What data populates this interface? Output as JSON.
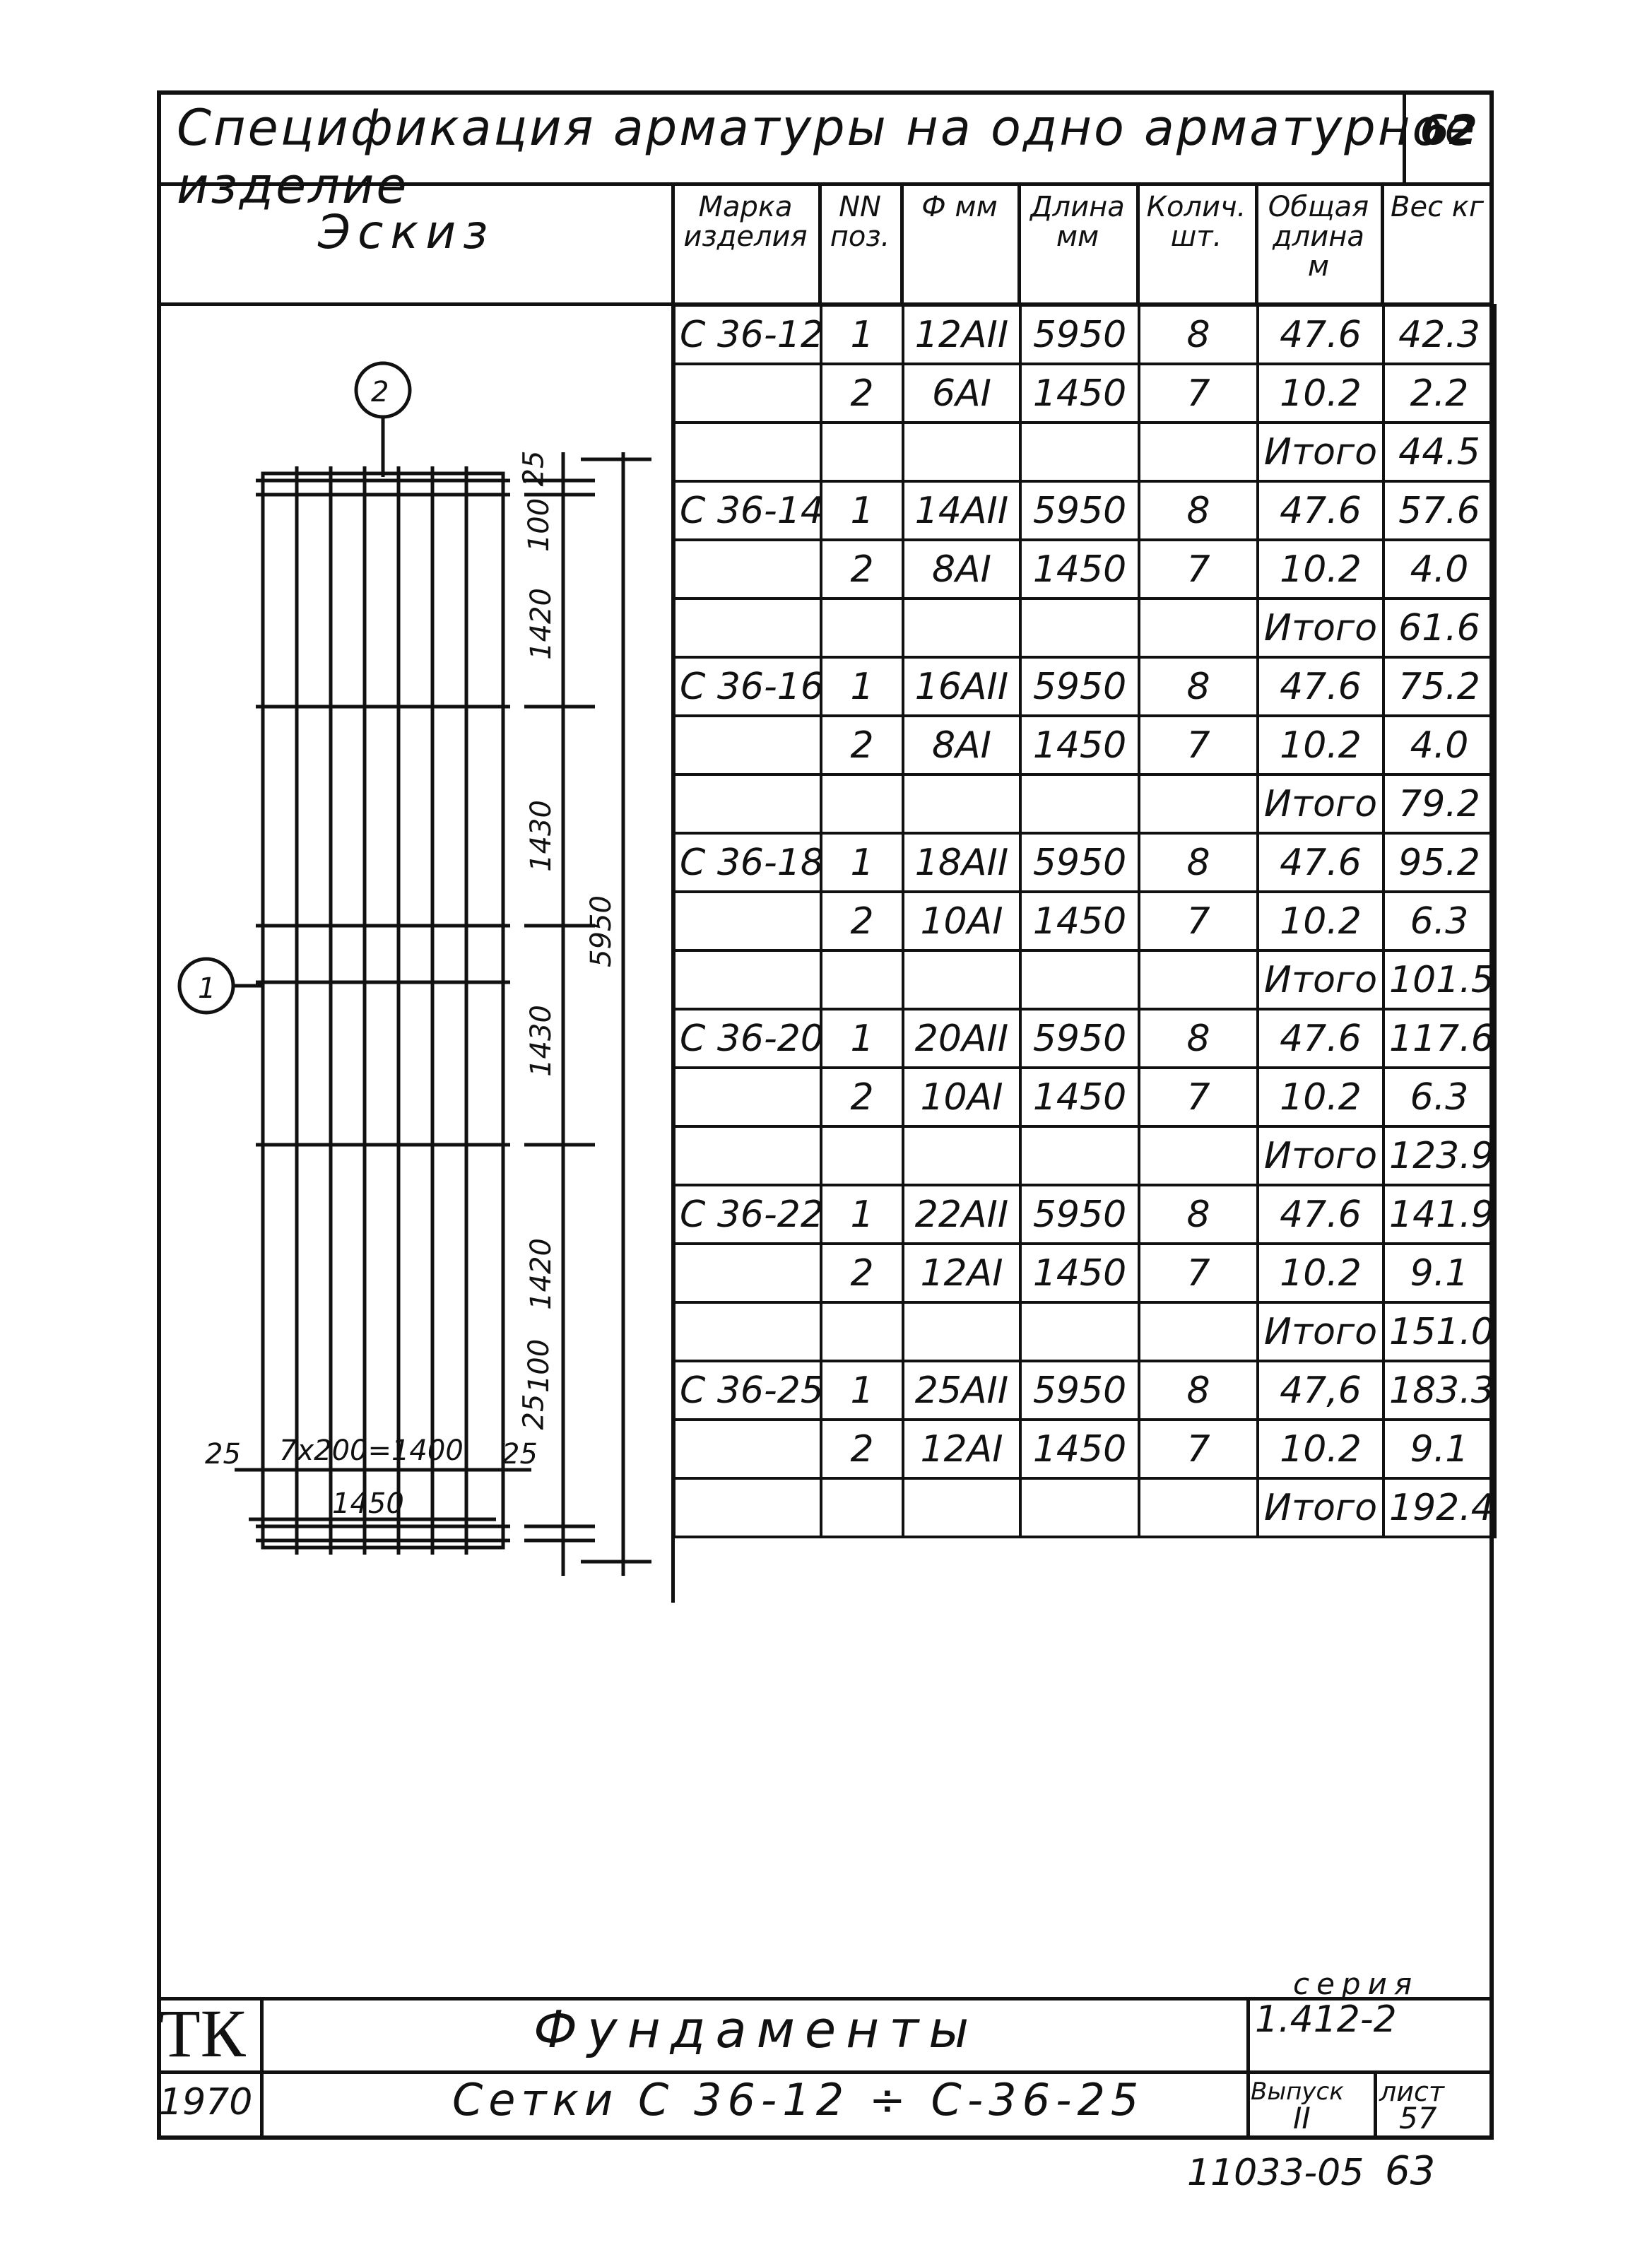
{
  "title": "Спецификация арматуры на одно арматурное изделие",
  "sheet_number": "62",
  "sketch_label": "Эскиз",
  "headers": {
    "mark": "Марка изделия",
    "pos": "NN поз.",
    "diam": "Ф мм",
    "length": "Длина мм",
    "qty": "Колич. шт.",
    "total_length": "Общая длина м",
    "weight": "Вес кг"
  },
  "rows": [
    [
      "С 36-12",
      "1",
      "12АII",
      "5950",
      "8",
      "47.6",
      "42.3"
    ],
    [
      "",
      "2",
      "6АI",
      "1450",
      "7",
      "10.2",
      "2.2"
    ],
    [
      "",
      "",
      "",
      "",
      "",
      "Итого",
      "44.5"
    ],
    [
      "С 36-14",
      "1",
      "14АII",
      "5950",
      "8",
      "47.6",
      "57.6"
    ],
    [
      "",
      "2",
      "8АI",
      "1450",
      "7",
      "10.2",
      "4.0"
    ],
    [
      "",
      "",
      "",
      "",
      "",
      "Итого",
      "61.6"
    ],
    [
      "С 36-16",
      "1",
      "16АII",
      "5950",
      "8",
      "47.6",
      "75.2"
    ],
    [
      "",
      "2",
      "8АI",
      "1450",
      "7",
      "10.2",
      "4.0"
    ],
    [
      "",
      "",
      "",
      "",
      "",
      "Итого",
      "79.2"
    ],
    [
      "С 36-18",
      "1",
      "18АII",
      "5950",
      "8",
      "47.6",
      "95.2"
    ],
    [
      "",
      "2",
      "10АI",
      "1450",
      "7",
      "10.2",
      "6.3"
    ],
    [
      "",
      "",
      "",
      "",
      "",
      "Итого",
      "101.5"
    ],
    [
      "С 36-20",
      "1",
      "20АII",
      "5950",
      "8",
      "47.6",
      "117.6"
    ],
    [
      "",
      "2",
      "10АI",
      "1450",
      "7",
      "10.2",
      "6.3"
    ],
    [
      "",
      "",
      "",
      "",
      "",
      "Итого",
      "123.9"
    ],
    [
      "С 36-22",
      "1",
      "22АII",
      "5950",
      "8",
      "47.6",
      "141.9"
    ],
    [
      "",
      "2",
      "12АI",
      "1450",
      "7",
      "10.2",
      "9.1"
    ],
    [
      "",
      "",
      "",
      "",
      "",
      "Итого",
      "151.0"
    ],
    [
      "С 36-25",
      "1",
      "25АII",
      "5950",
      "8",
      "47,6",
      "183.3"
    ],
    [
      "",
      "2",
      "12АI",
      "1450",
      "7",
      "10.2",
      "9.1"
    ],
    [
      "",
      "",
      "",
      "",
      "",
      "Итого",
      "192.4"
    ]
  ],
  "sketch": {
    "callout_top": "2",
    "callout_left": "1",
    "dims_vertical": [
      "25",
      "100",
      "1420",
      "1430",
      "1430",
      "1420",
      "100",
      "25"
    ],
    "dim_total": "5950",
    "dim_spacing": "7x200=1400",
    "dim_edge_left": "25",
    "dim_edge_right": "25",
    "dim_width": "1450"
  },
  "title_block": {
    "logo": "ТК",
    "year": "1970",
    "name_line1": "Фундаменты",
    "name_line2": "Сетки С 36-12 ÷ С-36-25",
    "series_label": "серия",
    "series_value": "1.412-2",
    "issue_label": "Выпуск",
    "issue_value": "II",
    "sheet_label": "лист",
    "sheet_value": "57"
  },
  "footer_code": "11033-05",
  "page_number": "63"
}
